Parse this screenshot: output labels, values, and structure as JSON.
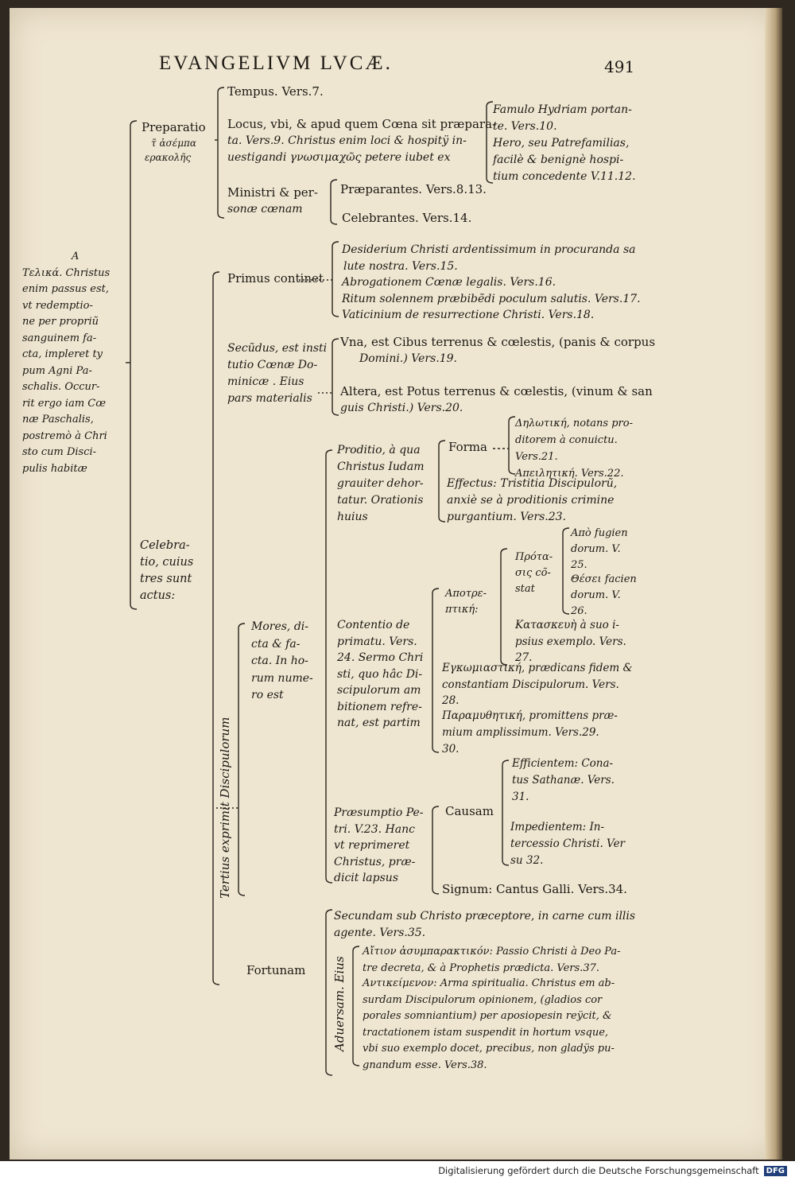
{
  "header": {
    "title": "EVANGELIVM LVCÆ.",
    "page": "491"
  },
  "footer": {
    "text": "Digitalisierung gefördert durch die Deutsche Forschungsgemeinschaft",
    "logo": "DFG"
  },
  "margin_note": [
    "A",
    "Τελικά. Christus",
    "enim passus est,",
    "vt redemptio-",
    "ne per propriũ",
    "sanguinem fa-",
    "cta, impleret ty",
    "pum Agni Pa-",
    "schalis. Occur-",
    "rit ergo iam Cœ",
    "næ Paschalis,",
    "postremò à Chri",
    "sto cum Disci-",
    "pulis habitæ"
  ],
  "preparatio": {
    "label": [
      "Preparatio",
      "τ̃ ἀσέμπα",
      "ερακολῆς"
    ],
    "tempus": "Tempus. Vers.7.",
    "locus": [
      "Locus, vbi, & apud quem Cœna sit præpara-",
      "ta. Vers.9. Christus enim loci & hospitÿ in-",
      "uestigandi γνωσιμαχῶς petere iubet ex"
    ],
    "famulo": [
      "Famulo Hydriam portan-",
      "te. Vers.10.",
      "Hero, seu Patrefamilias,",
      "facilè & benignè hospi-",
      "tium concedente V.11.12."
    ],
    "ministri": [
      "Ministri & per-",
      "sonæ cœnam"
    ],
    "praeparantes": "Præparantes. Vers.8.13.",
    "celebrantes": "Celebrantes. Vers.14."
  },
  "celebratio": {
    "label": [
      "Celebra-",
      "tio, cuius",
      "tres sunt",
      "actus:"
    ],
    "primus": "Primus continet",
    "primus_items": [
      "Desiderium Christi ardentissimum in procuranda sa",
      "lute nostra. Vers.15.",
      "Abrogationem Cœnæ legalis. Vers.16.",
      "Ritum solennem præbibẽdi poculum salutis. Vers.17.",
      "Vaticinium de resurrectione Christi. Vers.18."
    ],
    "secundus": [
      "Secũdus, est insti",
      "tutio Cœnæ Do-",
      "minicæ . Eius",
      "pars materialis"
    ],
    "una": [
      "Vna, est Cibus terrenus & cœlestis, (panis & corpus",
      "Domini.) Vers.19."
    ],
    "altera": [
      "Altera, est Potus terrenus & cœlestis, (vinum & san",
      "guis Christi.) Vers.20."
    ],
    "tertius_vertical": "Tertius exprimit Discipulorum",
    "mores": [
      "Mores, di-",
      "cta & fa-",
      "cta. In ho-",
      "rum nume-",
      "ro est"
    ],
    "proditio": [
      "Proditio, à qua",
      "Christus Iudam",
      "grauiter dehor-",
      "tatur. Orationis",
      "huius"
    ],
    "forma": "Forma",
    "forma_items": [
      "Δηλωτική, notans pro-",
      "ditorem à conuictu.",
      "Vers.21.",
      "Απειλητική. Vers.22."
    ],
    "effectus": [
      "Effectus: Tristitia Discipulorũ,",
      "anxiè se à proditionis crimine",
      "purgantium. Vers.23."
    ],
    "contentio": [
      "Contentio de",
      "primatu. Vers.",
      "24. Sermo Chri",
      "sti, quo hâc Di-",
      "scipulorum am",
      "bitionem refre-",
      "nat, est partim"
    ],
    "apotreptike": [
      "Αποτρε-",
      "πτική:"
    ],
    "protasis": [
      "Πρότα-",
      "σις cõ-",
      "stat"
    ],
    "apo": [
      "Απὸ fugien",
      "dorum. V.",
      "25."
    ],
    "theo": [
      "Θέσει facien",
      "dorum. V.",
      "26."
    ],
    "kataskeue": [
      "Κατασκευὴ à suo i-",
      "psius exemplo. Vers.",
      "27."
    ],
    "enkomiastike": [
      "Εγκωμιαστική, prædicans fidem &",
      "constantiam Discipulorum. Vers.",
      "28."
    ],
    "paramythetike": [
      "Παραμυθητική, promittens præ-",
      "mium amplissimum. Vers.29.",
      "30."
    ],
    "praesumptio": [
      "Præsumptio Pe-",
      "tri. V.23. Hanc",
      "vt reprimeret",
      "Christus, præ-",
      "dicit lapsus"
    ],
    "causam": "Causam",
    "efficientem": [
      "Efficientem: Cona-",
      "tus Sathanæ. Vers.",
      "31."
    ],
    "impedientem": [
      "Impedientem: In-",
      "tercessio Christi. Ver",
      "su 32."
    ],
    "signum": "Signum: Cantus Galli. Vers.34.",
    "fortunam": "Fortunam",
    "aduersam": "Aduersam. Eius",
    "secundam": [
      "Secundam sub Christo præceptore, in carne cum illis",
      "agente. Vers.35."
    ],
    "aition": [
      "Αἴτιον ἀσυμπαρακτικόν: Passio Christi à Deo Pa-",
      "tre decreta, & à Prophetis prædicta. Vers.37."
    ],
    "antikeimenon": [
      "Αντικείμενον: Arma spiritualia. Christus em ab-",
      "surdam Discipulorum opinionem, (gladios cor",
      "porales somniantium) per aposiopesin reÿcit, &",
      "tractationem istam suspendit in hortum vsque,",
      "vbi suo exemplo docet, precibus, non gladÿs pu-",
      "gnandum esse. Vers.38."
    ]
  }
}
